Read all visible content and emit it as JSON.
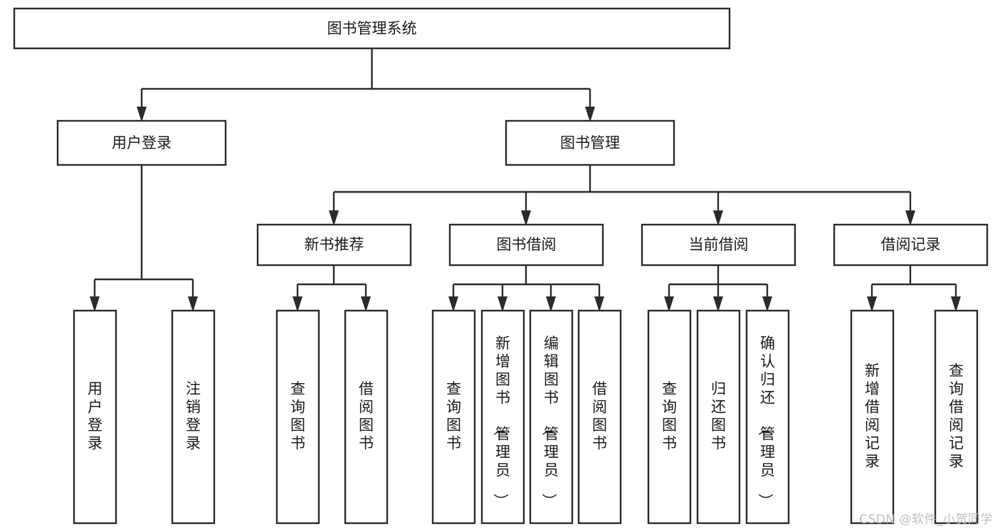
{
  "diagram": {
    "kind": "tree-hierarchy",
    "title": "图书管理系统",
    "background_color": "#ffffff",
    "line_color": "#2b2b2b",
    "text_color": "#1a1a1a",
    "levels": {
      "root": {
        "label": "图书管理系统"
      },
      "level2": [
        {
          "label": "用户登录"
        },
        {
          "label": "图书管理"
        }
      ],
      "level3": [
        {
          "label": "新书推荐"
        },
        {
          "label": "图书借阅"
        },
        {
          "label": "当前借阅"
        },
        {
          "label": "借阅记录"
        }
      ],
      "leaves": {
        "user_login": [
          {
            "label": "用户登录"
          },
          {
            "label": "注销登录"
          }
        ],
        "new_book_recommend": [
          {
            "label": "查询图书"
          },
          {
            "label": "借阅图书"
          }
        ],
        "book_borrow": [
          {
            "label": "查询图书"
          },
          {
            "label": "新增图书（管理员）"
          },
          {
            "label": "编辑图书（管理员）"
          },
          {
            "label": "借阅图书"
          }
        ],
        "current_borrow": [
          {
            "label": "查询图书"
          },
          {
            "label": "归还图书"
          },
          {
            "label": "确认归还（管理员）"
          }
        ],
        "borrow_record": [
          {
            "label": "新增借阅记录"
          },
          {
            "label": "查询借阅记录"
          }
        ]
      }
    }
  },
  "watermark": {
    "label": "CSDN @软件_小贺同学"
  }
}
